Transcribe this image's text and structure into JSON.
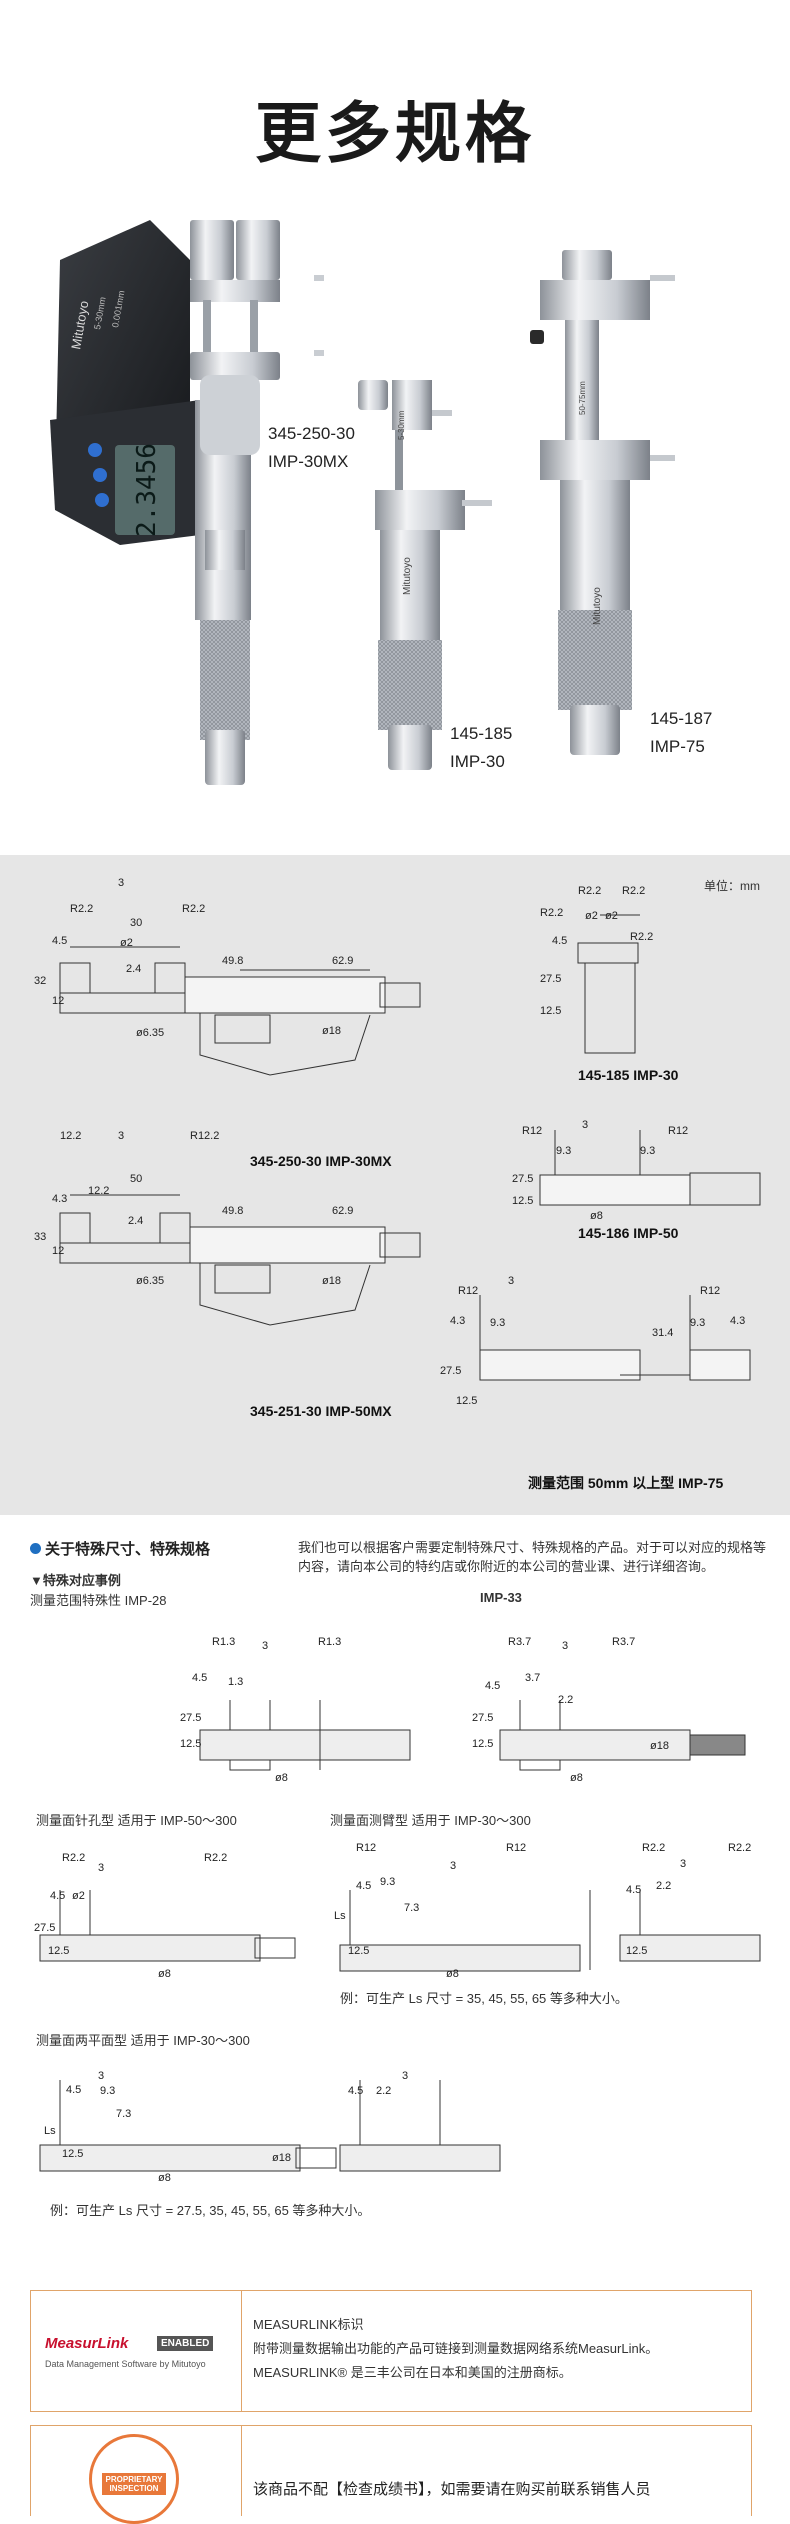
{
  "page": {
    "title": "更多规格",
    "models_top": [
      {
        "code": "345-250-30",
        "name": "IMP-30MX"
      },
      {
        "code": "145-185",
        "name": "IMP-30"
      },
      {
        "code": "145-187",
        "name": "IMP-75"
      }
    ],
    "device_text": {
      "brand": "Mitutoyo",
      "range": "5-30mm",
      "resolution": "0.001mm",
      "display": "2.3456",
      "small_brand_1": "Mitutoyo",
      "small_brand_2": "Mitutoyo",
      "small_range_1": "5-30mm",
      "small_range_2": "50-75mm"
    },
    "drawings": {
      "unit": "单位：mm",
      "d1": {
        "label": "345-250-30  IMP-30MX",
        "dims": [
          "3",
          "R2.2",
          "R2.2",
          "30",
          "ø2",
          "4.5",
          "12",
          "32",
          "2.4",
          "49.8",
          "62.9",
          "ø6.35",
          "ø18"
        ]
      },
      "d2": {
        "label": "145-185  IMP-30",
        "dims": [
          "R2.2",
          "R2.2",
          "R2.2",
          "ø2",
          "ø2",
          "R2.2",
          "4.5",
          "27.5",
          "12.5"
        ]
      },
      "d3": {
        "label": "345-251-30  IMP-50MX",
        "dims": [
          "12.2",
          "3",
          "R12.2",
          "50",
          "12.2",
          "4.3",
          "33",
          "12",
          "2.4",
          "49.8",
          "62.9",
          "ø6.35",
          "ø18"
        ]
      },
      "d4": {
        "label": "145-186  IMP-50",
        "dims": [
          "R12",
          "3",
          "R12",
          "9.3",
          "9.3",
          "27.5",
          "12.5",
          "ø8"
        ]
      },
      "d5": {
        "label": "测量范围 50mm 以上型 IMP-75",
        "dims": [
          "R12",
          "3",
          "R12",
          "4.3",
          "9.3",
          "9.3",
          "4.3",
          "27.5",
          "12.5",
          "31.4"
        ]
      }
    },
    "special": {
      "heading": "关于特殊尺寸、特殊规格",
      "description": "我们也可以根据客户需要定制特殊尺寸、特殊规格的产品。对于可以对应的规格等内容，请向本公司的特约店或你附近的本公司的营业课、进行详细咨询。",
      "example_heading": "▼特殊对应事例",
      "ex1": {
        "title": "测量范围特殊性 IMP-28",
        "dims": [
          "R1.3",
          "3",
          "R1.3",
          "1.3",
          "4.5",
          "27.5",
          "12.5",
          "ø8"
        ]
      },
      "ex2": {
        "title": "IMP-33",
        "dims": [
          "R3.7",
          "3",
          "R3.7",
          "3.7",
          "2.2",
          "4.5",
          "27.5",
          "12.5",
          "ø8",
          "ø18"
        ]
      },
      "ex3": {
        "title": "测量面针孔型 适用于 IMP-50～300",
        "dims": [
          "R2.2",
          "3",
          "R2.2",
          "ø2",
          "4.5",
          "27.5",
          "12.5",
          "ø8"
        ]
      },
      "ex4": {
        "title": "测量面测臂型 适用于 IMP-30～300",
        "dims": [
          "R12",
          "3",
          "R12",
          "9.3",
          "7.3",
          "4.5",
          "Ls",
          "12.5",
          "ø8"
        ],
        "note": "例：可生产 Ls 尺寸 = 35, 45, 55, 65 等多种大小。"
      },
      "ex5": {
        "title": "",
        "dims": [
          "R2.2",
          "3",
          "R2.2",
          "2.2",
          "4.5",
          "12.5"
        ]
      },
      "ex6": {
        "title": "测量面两平面型 适用于 IMP-30～300",
        "dims": [
          "3",
          "9.3",
          "7.3",
          "4.5",
          "Ls",
          "12.5",
          "ø8",
          "ø18",
          "2.2",
          "3",
          "4.5"
        ],
        "note": "例：可生产 Ls 尺寸 = 27.5, 35, 45, 55, 65 等多种大小。"
      }
    },
    "measurlink": {
      "logo_main": "MeasurLink",
      "logo_badge": "ENABLED",
      "logo_sub": "Data Management Software by Mitutoyo",
      "line1": "MEASURLINK标识",
      "line2": "附带测量数据输出功能的产品可链接到测量数据网络系统MeasurLink。",
      "line3": "MEASURLINK® 是三丰公司在日本和美国的注册商标。"
    },
    "inspection": {
      "stamp_text": "PROPRIETARY INSPECTION",
      "line1": "该商品不配【检查成绩书】，如需要请在购买前联系销售人员"
    },
    "colors": {
      "accent_blue": "#1f6fc1",
      "drawing_bg": "#e6e6e6",
      "border_orange": "#e0a46a",
      "stamp_orange": "#e8783a"
    }
  }
}
